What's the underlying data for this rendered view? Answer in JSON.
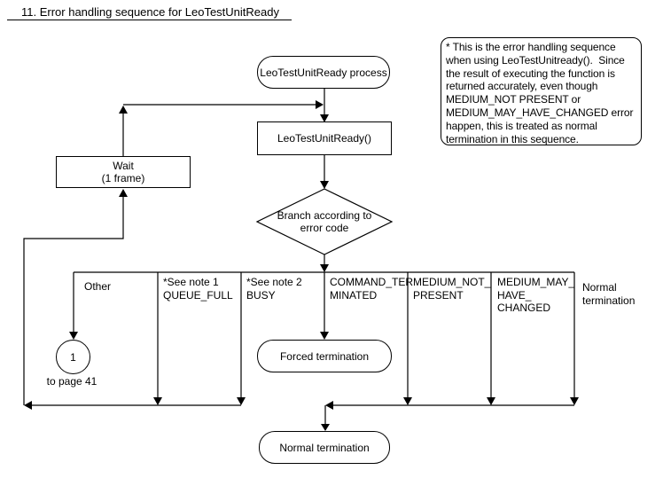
{
  "title": "11. Error handling sequence for LeoTestUnitReady",
  "note": {
    "text": "* This is the error handling sequence\nwhen using LeoTestUnitready().  Since\nthe result of executing the function is\nreturned accurately, even though\nMEDIUM_NOT PRESENT or\nMEDIUM_MAY_HAVE_CHANGED error\nhappen, this is treated as normal\ntermination in this sequence."
  },
  "nodes": {
    "process": "LeoTestUnitReady process",
    "call": "LeoTestUnitReady()",
    "wait": "Wait\n(1 frame)",
    "branch": "Branch according to\nerror code",
    "forced": "Forced termination",
    "normal": "Normal termination",
    "connector_number": "1",
    "connector_caption": "to page 41"
  },
  "branches": {
    "other": "Other",
    "queue_full": "*See note 1\nQUEUE_FULL",
    "busy": "*See note 2\nBUSY",
    "command_terminated": "COMMAND_TER\nMINATED",
    "medium_not_present": "MEDIUM_NOT_\nPRESENT",
    "medium_may_have_changed": "MEDIUM_MAY_\nHAVE_\nCHANGED",
    "normal_termination": "Normal\ntermination"
  },
  "colors": {
    "line": "#000000",
    "background": "#ffffff"
  }
}
